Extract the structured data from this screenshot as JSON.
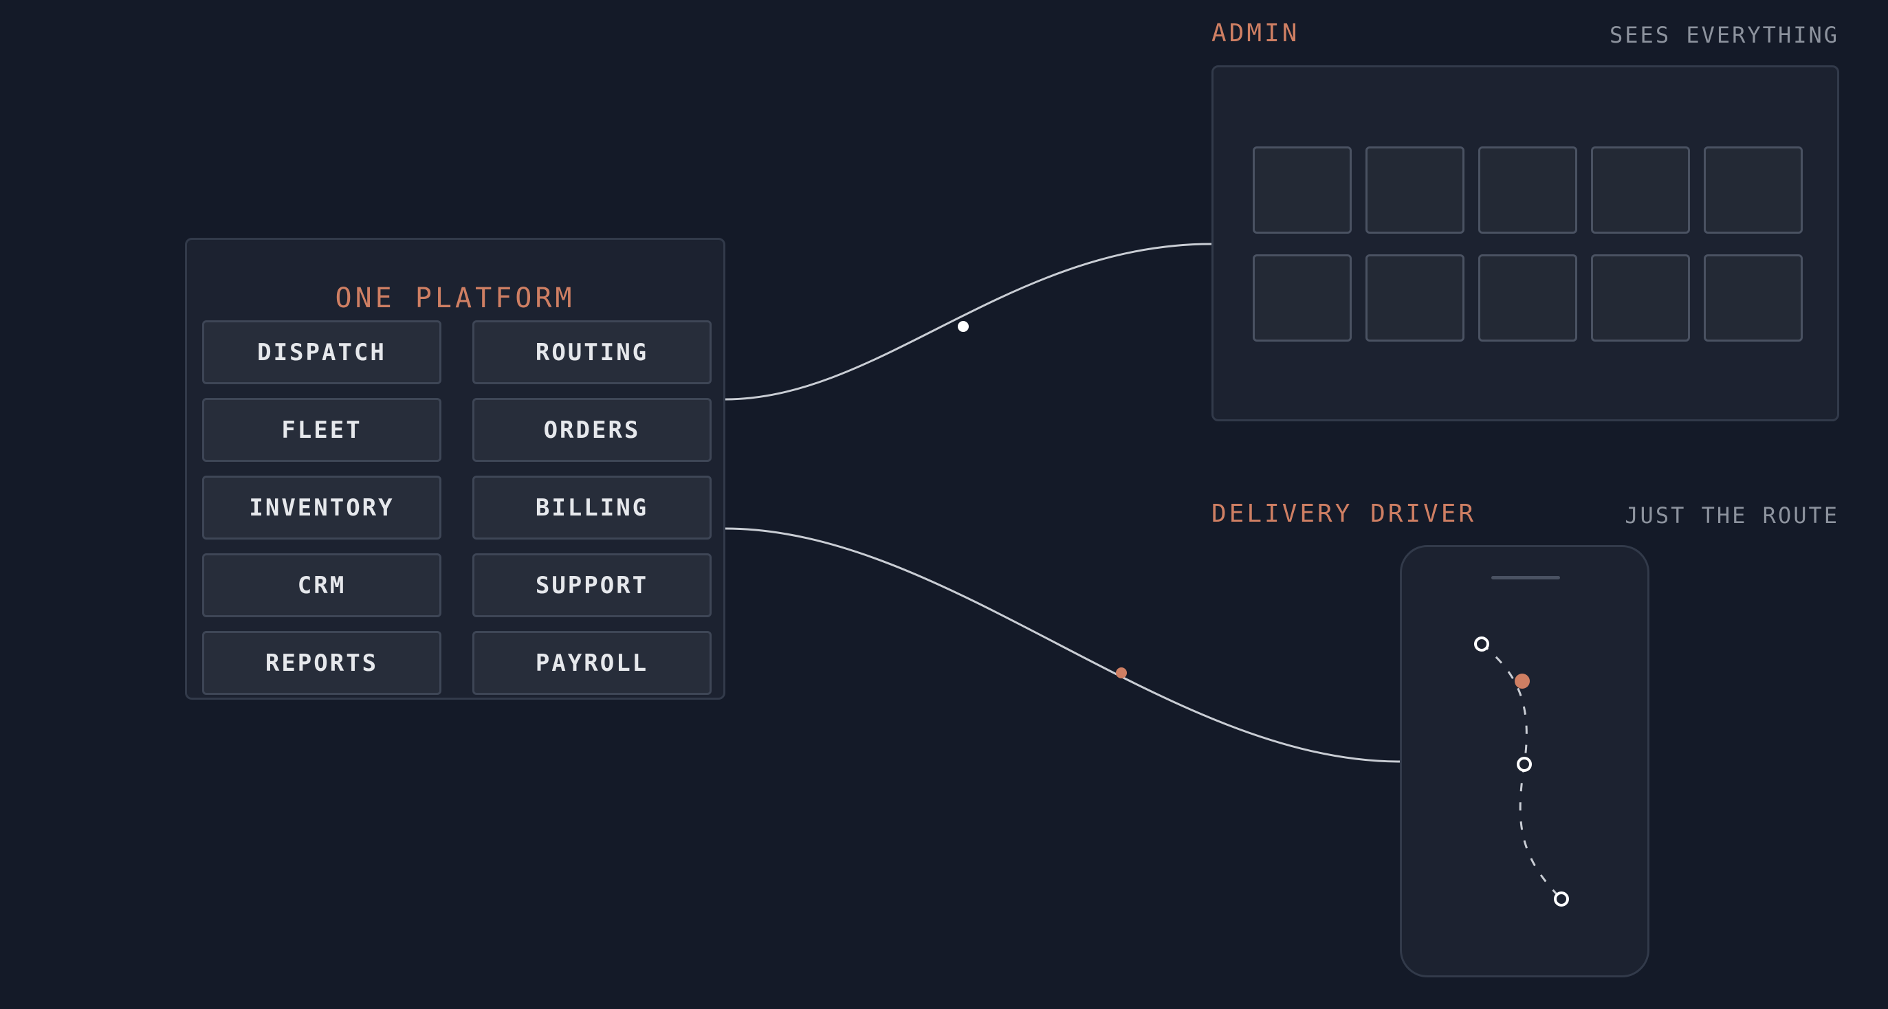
{
  "platform": {
    "title": "ONE PLATFORM",
    "modules": [
      "DISPATCH",
      "ROUTING",
      "FLEET",
      "ORDERS",
      "INVENTORY",
      "BILLING",
      "CRM",
      "SUPPORT",
      "REPORTS",
      "PAYROLL"
    ]
  },
  "admin": {
    "label": "ADMIN",
    "note": "SEES EVERYTHING",
    "tile_count": 10
  },
  "driver": {
    "label": "DELIVERY DRIVER",
    "note": "JUST THE ROUTE",
    "route_stops": 4,
    "current_stop": 2
  },
  "colors": {
    "background": "#141a28",
    "accent": "#cf7f63",
    "connector": "#c9cdd4",
    "text": "#e6e8ec",
    "muted": "#8d939e"
  }
}
